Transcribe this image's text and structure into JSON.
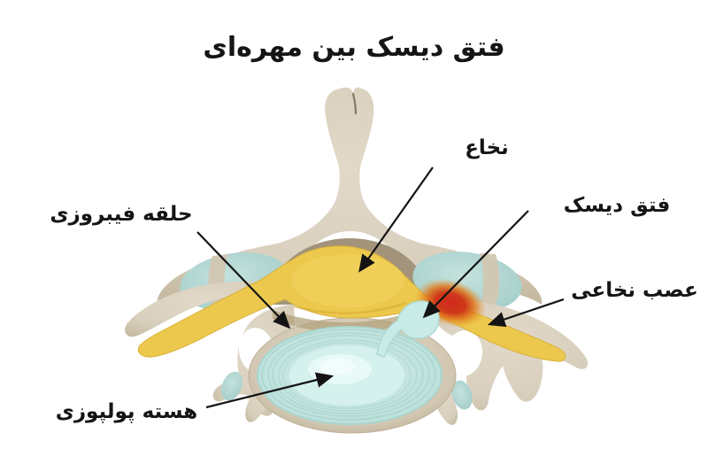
{
  "title": "فتق دیسک بین مهره‌ای",
  "labels": {
    "spinal_cord": "نخاع",
    "disc_herniation": "فتق دیسک",
    "annulus_fibrosus": "حلقه فیبروزی",
    "spinal_nerve": "عصب نخاعی",
    "nucleus_pulposus": "هسته پولپوزی"
  },
  "colors": {
    "background": "#ffffff",
    "text": "#151515",
    "arrow": "#141414",
    "bone": "#d8cebc",
    "bone_strip": "#d2c7b1",
    "bone_shadow": "#a2937a",
    "spinal_cord_yellow": "#ecc84d",
    "facet_teal": "#b7dad6",
    "disc_cyan": "#c6e7e2",
    "disc_ring": "#a6d3cd",
    "nucleus_light": "#d5f1ed",
    "inflammation_red": "#d02a1c"
  }
}
